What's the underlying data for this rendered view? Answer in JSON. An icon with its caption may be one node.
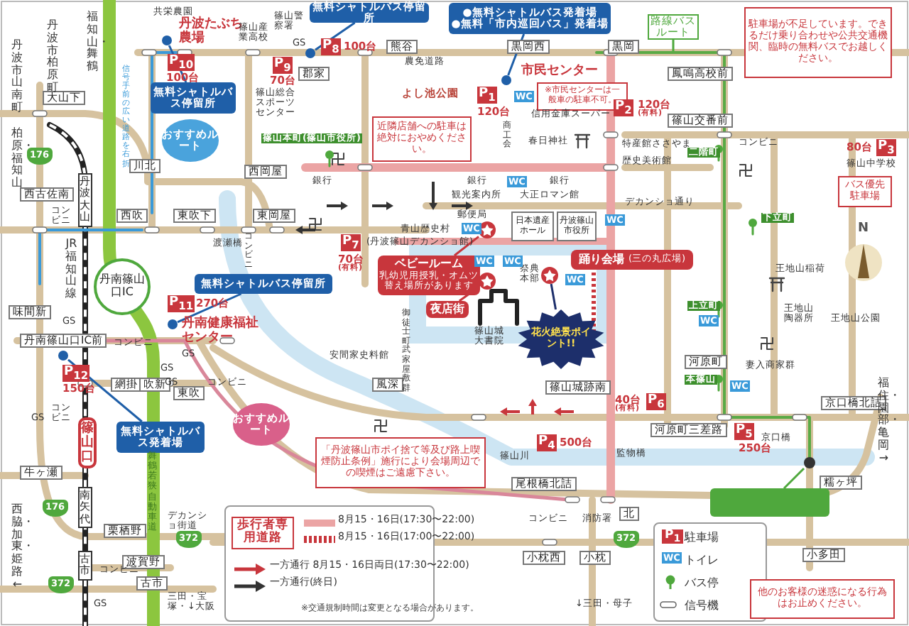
{
  "diagram": {
    "nodes": [
      {
        "text": [
          "大山下"
        ]
      },
      {
        "text": [
          "川北"
        ]
      },
      {
        "text": [
          "西岡屋"
        ]
      },
      {
        "text": [
          "西古佐南"
        ]
      },
      {
        "text": [
          "西吹"
        ]
      },
      {
        "text": [
          "東吹下"
        ]
      },
      {
        "text": [
          "東岡屋"
        ]
      },
      {
        "text": [
          "丹波大山"
        ]
      },
      {
        "text": [
          "丹南篠山口IC"
        ]
      },
      {
        "text": [
          "176"
        ]
      },
      {
        "text": [
          "無料シャトルバス停留所"
        ]
      },
      {
        "text": [
          "おすすめルート"
        ]
      },
      {
        "text": [
          "P$_{10}$"
        ],
        "beside": [
          "100台"
        ]
      },
      {
        "text": [
          "P$_{9}$"
        ],
        "beside": [
          "70台"
        ]
      },
      {
        "text": [],
        "shape": "circle"
      },
      {
        "text": [
          "無料シャトルバス停留所"
        ]
      },
      {
        "text": [
          "P$_{8}$"
        ],
        "beside": [
          "100台"
        ]
      },
      {
        "text": [],
        "shape": "circle"
      },
      {
        "text": [
          "郡家"
        ]
      },
      {
        "text": [
          "熊谷"
        ]
      },
      {
        "text": [
          "篠山本町(篠山市役所)"
        ]
      },
      {
        "text": [
          "近隣店舗への駐車は絶対におやめください。"
        ]
      },
      {
        "text": [
          "P$_{1}$"
        ],
        "beside": [
          "120台"
        ]
      },
      {
        "text": [
          "黒岡西"
        ]
      },
      {
        "text": [
          "●無料シャトルバス発着場",
          "●無料「市内巡回バス」発着場"
        ]
      },
      {
        "text": [],
        "shape": "circle"
      },
      {
        "text": [
          "※市民センターは一般車の駐車不可。"
        ]
      },
      {
        "text": [
          "P$_{7}$"
        ],
        "beside": [
          "70台",
          "(有料)"
        ]
      },
      {
        "text": [
          "日本遺産ホール"
        ]
      },
      {
        "text": [
          "丹波篠山市役所"
        ]
      },
      {
        "text": [
          "ベビールーム",
          "乳幼児用授乳・オムツ替え場所があります"
        ]
      },
      {
        "text": [],
        "shape": "star"
      },
      {
        "text": [
          "夜店街"
        ]
      },
      {
        "text": [],
        "shape": "star"
      },
      {
        "text": [],
        "shape": "star"
      },
      {
        "text": [
          "踊り会場",
          "(三の丸広場)"
        ]
      },
      {
        "text": [
          "花火絶景ポイント!!"
        ]
      },
      {
        "text": [
          "風深"
        ]
      },
      {
        "text": [
          "篠山城跡南"
        ]
      },
      {
        "text": [
          "「丹波篠山市ポイ捨て等及び路上喫煙防止条例」施行により会場周辺での喫煙はご遠慮下さい。"
        ]
      },
      {
        "text": [
          "P$_{4}$"
        ],
        "beside": [
          "500台"
        ]
      },
      {
        "text": [
          "尾根橋北詰"
        ]
      },
      {
        "text": [
          "小枕西"
        ]
      },
      {
        "text": [
          "小枕"
        ]
      },
      {
        "text": [
          "黒岡"
        ]
      },
      {
        "text": [
          "路線バスルート"
        ]
      },
      {
        "text": [
          "鳳鳴高校前"
        ]
      },
      {
        "text": [
          "篠山交番前"
        ]
      },
      {
        "text": [
          "P$_{2}$"
        ],
        "beside": [
          "120台",
          "(有料)"
        ]
      },
      {
        "text": [
          "駐車場が不足しています。できるだけ乗り合わせや公共交通機関、臨時の無料バスでお越しください。"
        ]
      },
      {
        "text": [
          "P$_{3}$"
        ],
        "beside": [
          "80台"
        ]
      },
      {
        "text": [
          "バス優先駐車場"
        ]
      },
      {
        "text": [
          "二階町"
        ]
      },
      {
        "text": [
          "下立町"
        ]
      },
      {
        "text": [
          "上立町"
        ]
      },
      {
        "text": [
          "本篠山"
        ]
      },
      {
        "text": [
          "河原町"
        ]
      },
      {
        "text": [
          "京口橋北詰"
        ]
      },
      {
        "text": [
          "河原町三差路"
        ]
      },
      {
        "text": [
          "P$_{5}$"
        ],
        "beside": [
          "250台"
        ]
      },
      {
        "text": [
          "P$_{6}$"
        ],
        "beside": [
          "40台",
          "(有料)"
        ]
      },
      {
        "text": [
          "糯ヶ坪"
        ]
      },
      {
        "text": [
          "北"
        ]
      },
      {
        "text": [
          "372"
        ]
      },
      {
        "text": [
          "小多田"
        ]
      },
      {
        "text": [],
        "shape": "circle"
      },
      {
        "text": [],
        "shape": "box"
      },
      {
        "text": [
          "他のお客様の迷惑になる行為はお止めください。"
        ]
      },
      {
        "text": [
          "味間新"
        ]
      },
      {
        "text": [
          "丹南篠山口IC前"
        ]
      },
      {
        "text": [
          "P$_{12}$"
        ],
        "beside": [
          "150台"
        ]
      },
      {
        "text": [],
        "shape": "circle"
      },
      {
        "text": [
          "網掛"
        ]
      },
      {
        "text": [
          "吹新"
        ]
      },
      {
        "text": [
          "東吹"
        ]
      },
      {
        "text": [
          "篠山口"
        ]
      },
      {
        "text": [
          "無料シャトルバス発着場"
        ]
      },
      {
        "text": [
          "おすすめルート"
        ]
      },
      {
        "text": [
          "牛ヶ瀬"
        ]
      },
      {
        "text": [
          "176"
        ]
      },
      {
        "text": [
          "南矢代"
        ]
      },
      {
        "text": [
          "栗栖野"
        ]
      },
      {
        "text": [
          "波賀野"
        ]
      },
      {
        "text": [
          "古市"
        ]
      },
      {
        "text": [
          "古市"
        ]
      },
      {
        "text": [
          "372"
        ]
      },
      {
        "text": [
          "372"
        ]
      },
      {
        "text": [
          "P$_{11}$"
        ],
        "beside": [
          "270台"
        ]
      },
      {
        "text": [],
        "shape": "circle"
      },
      {
        "text": [
          "無料シャトルバス停留所"
        ]
      }
    ],
    "edges": [
      {
        "from": 10,
        "to": 14,
        "arrow": "none"
      },
      {
        "from": 15,
        "to": 17,
        "arrow": "none"
      },
      {
        "from": 24,
        "to": 25,
        "arrow": "none"
      },
      {
        "from": 45,
        "to": null,
        "arrow": "none",
        "color": "#4fa83d"
      },
      {
        "from": 89,
        "to": 88,
        "arrow": "none"
      },
      {
        "from": 76,
        "to": 71,
        "arrow": "none"
      },
      {
        "from": 30,
        "to": 31,
        "arrow": "none",
        "color": "#c8363c"
      },
      {
        "from": 32,
        "to": 33,
        "arrow": "none",
        "color": "#c8363c"
      },
      {
        "from": 36,
        "to": 34,
        "arrow": "none",
        "color": "#1d2f6b"
      },
      {
        "from": 66,
        "to": 65,
        "arrow": "none",
        "color": "#4fa83d"
      }
    ],
    "labels": [
      "丹波市山南町",
      "丹波市柏原町",
      "柏原・福知山",
      "福知山・舞鶴",
      "JR福知山線",
      "コンビニ",
      "信号手前の広い道路を右折",
      "共栄農園",
      "丹波たぶち農場",
      "篠山産業高校",
      "篠山警察署",
      "GS",
      "篠山総合スポーツセンター",
      "渡瀬橋",
      "コンビニ",
      "農免道路",
      "よし池公園",
      "市民センター",
      "信用金庫",
      "スーパー",
      "商工会",
      "春日神社",
      "銀行",
      "銀行",
      "銀行",
      "観光案内所",
      "大正ロマン館",
      "郵便局",
      "青山歴史村",
      "(丹波篠山デカンショ館)",
      "祭典本部",
      "篠山城大書院",
      "安間家史料館",
      "御徒士町武家屋敷群",
      "篠山川",
      "コンビニ",
      "消防署",
      "↓三田・母子",
      "特産館ささやま",
      "歴史美術館",
      "コンビニ",
      "デカンショ通り",
      "王地山稲荷",
      "王地山陶器所",
      "王地山公園",
      "妻入商家群",
      "京口橋",
      "監物橋",
      "福住・園部・亀岡→",
      "篠山中学校",
      "N",
      "三田・宝塚・↓大阪",
      "デカンショ街道",
      "舞鶴若狭自動車道",
      "西脇・加東・姫路←",
      "コンビニ",
      "GS",
      "GS",
      "GS",
      "GS",
      "コンビニ",
      "GS",
      "コンビニ",
      "丹南健康福祉センター",
      "コンビニ",
      "GS",
      "歩行者専用道路",
      "※交通規制時間は変更となる場合があります。",
      "P$_{1}$",
      "WC",
      "WC",
      "WC",
      "WC",
      "WC",
      "WC",
      "WC",
      "WC",
      "WC",
      "WC"
    ],
    "legend": [
      {
        "text": "8月15・16日(17:30〜22:00)",
        "color": "#eba4a4"
      },
      {
        "text": "8月15・16日(17:00〜22:00)"
      },
      {
        "text": "一方通行 8月15・16日両日(17:30〜22:00)"
      },
      {
        "text": "一方通行(終日)"
      },
      {
        "text": "駐車場"
      },
      {
        "text": "トイレ"
      },
      {
        "text": "バス停"
      },
      {
        "text": "信号機"
      }
    ]
  }
}
